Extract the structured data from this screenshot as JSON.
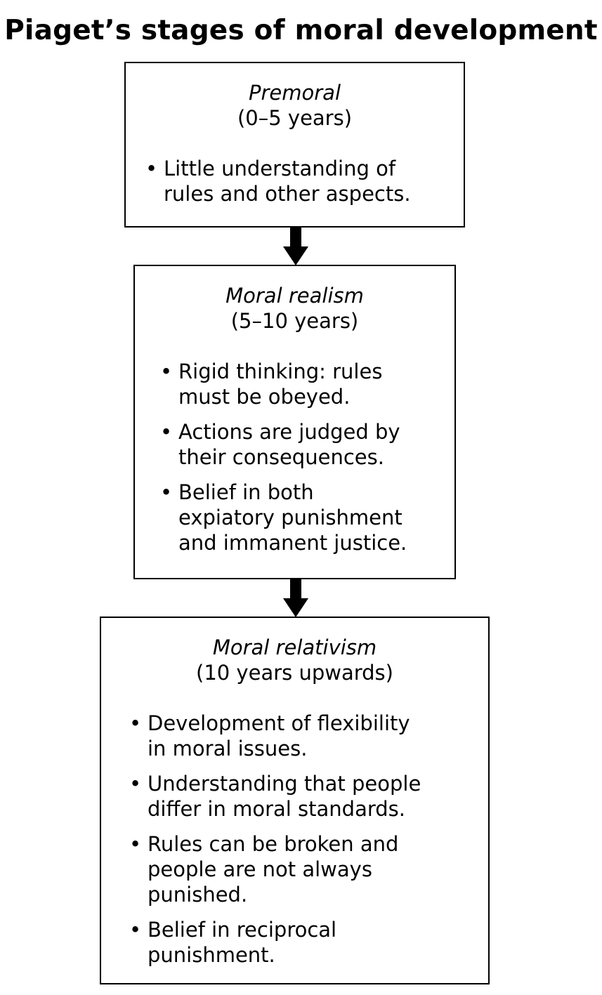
{
  "title": "Piaget’s stages of moral development",
  "stages": [
    {
      "name": "Premoral",
      "age": "(0–5 years)",
      "points": [
        "Little understanding of\nrules and other aspects."
      ]
    },
    {
      "name": "Moral realism",
      "age": "(5–10 years)",
      "points": [
        "Rigid thinking: rules\nmust be obeyed.",
        "Actions are judged by\ntheir consequences.",
        "Belief in both\nexpiatory punishment\nand immanent justice."
      ]
    },
    {
      "name": "Moral relativism",
      "age": "(10 years upwards)",
      "points": [
        "Development of flexibility\nin moral issues.",
        "Understanding that people\ndiffer in moral standards.",
        "Rules can be broken and\npeople are not always\npunished.",
        "Belief in reciprocal\npunishment."
      ]
    }
  ],
  "bullet_glyph": "•"
}
